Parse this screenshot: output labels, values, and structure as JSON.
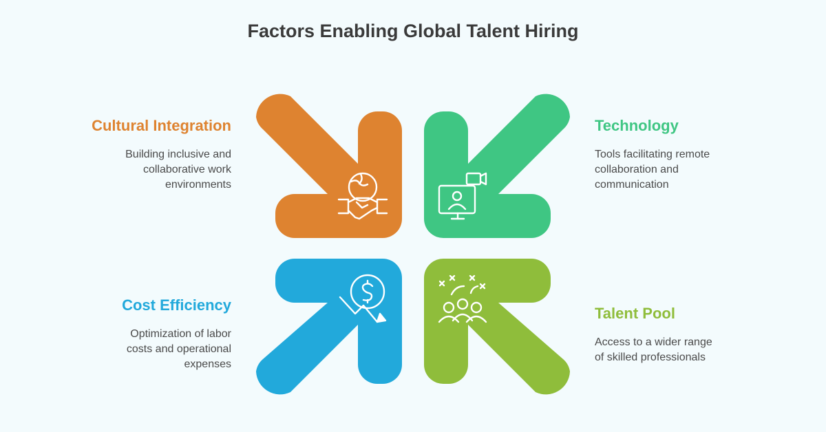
{
  "title": "Factors Enabling Global Talent Hiring",
  "factors": [
    {
      "heading": "Cultural Integration",
      "desc": [
        "Building inclusive and",
        "collaborative work",
        "environments"
      ],
      "color": "#de8330",
      "icon": "handshake-globe-icon"
    },
    {
      "heading": "Technology",
      "desc": [
        "Tools facilitating remote",
        "collaboration and",
        "communication"
      ],
      "color": "#3fc683",
      "icon": "video-call-monitor-icon"
    },
    {
      "heading": "Cost Efficiency",
      "desc": [
        "Optimization of labor",
        "costs and operational",
        "expenses"
      ],
      "color": "#22a9db",
      "icon": "dollar-decrease-icon"
    },
    {
      "heading": "Talent Pool",
      "desc": [
        "Access to a wider range",
        "of skilled professionals"
      ],
      "color": "#8fbd3b",
      "icon": "group-people-icon"
    }
  ]
}
